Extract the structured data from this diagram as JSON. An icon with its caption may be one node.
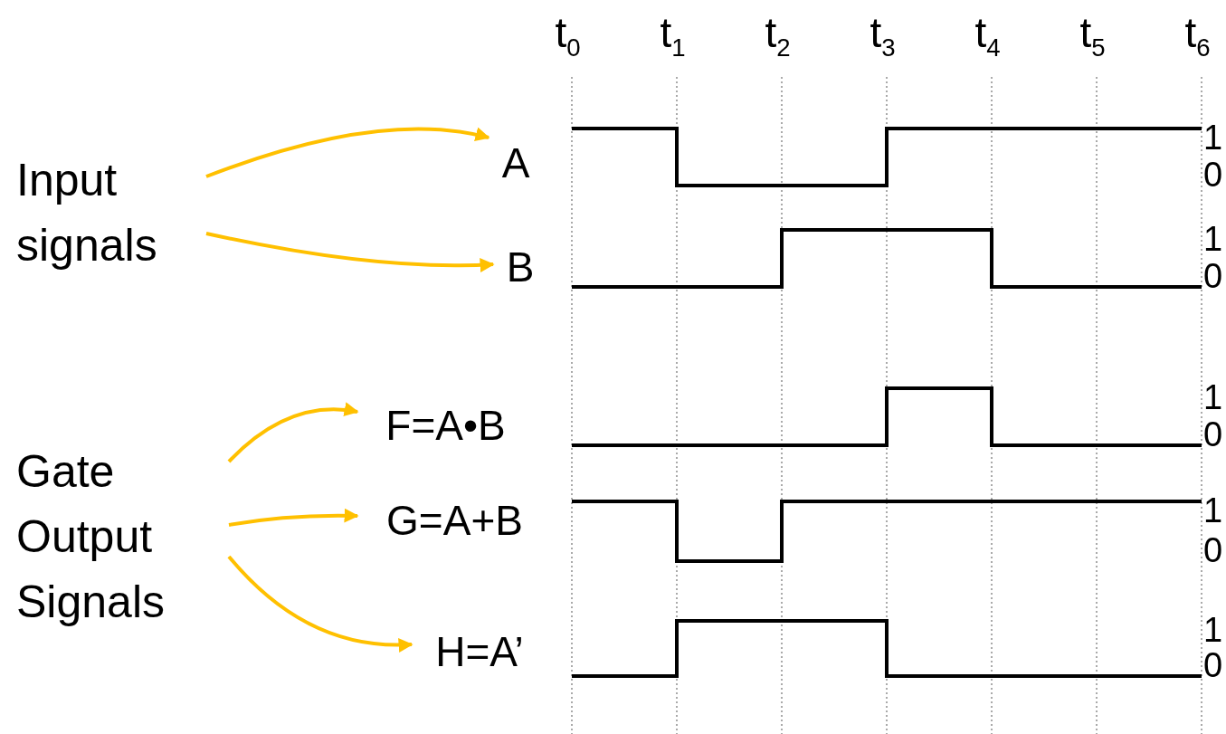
{
  "diagram": {
    "nodes": [
      {
        "text": [
          "Input signals"
        ]
      },
      {
        "text": [
          "A"
        ]
      },
      {
        "text": [
          "B"
        ]
      },
      {
        "text": [
          "Gate Output Signals"
        ]
      },
      {
        "text": [
          "F=A•B"
        ]
      },
      {
        "text": [
          "G=A+B"
        ]
      },
      {
        "text": [
          "H=A’"
        ]
      }
    ],
    "edges": [
      {
        "from": 0,
        "to": 1,
        "arrow": "to"
      },
      {
        "from": 0,
        "to": 2,
        "arrow": "to"
      },
      {
        "from": 3,
        "to": 4,
        "arrow": "to"
      },
      {
        "from": 3,
        "to": 5,
        "arrow": "to"
      },
      {
        "from": 3,
        "to": 6,
        "arrow": "to"
      }
    ],
    "labels": [
      "t$_{0}$",
      "t$_{1}$",
      "t$_{2}$",
      "t$_{3}$",
      "t$_{4}$",
      "t$_{5}$",
      "t$_{6}$",
      "1",
      "0",
      "1",
      "0",
      "1",
      "0",
      "1",
      "0",
      "1",
      "0"
    ]
  }
}
